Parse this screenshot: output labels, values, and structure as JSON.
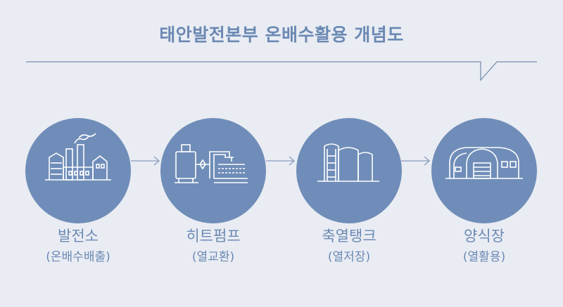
{
  "header": {
    "title": "태안발전본부 온배수활용 개념도"
  },
  "steps": [
    {
      "label": "발전소",
      "sub": "(온배수배출)",
      "icon": "power-plant-icon"
    },
    {
      "label": "히트펌프",
      "sub": "(열교환)",
      "icon": "heat-pump-icon"
    },
    {
      "label": "축열탱크",
      "sub": "(열저장)",
      "icon": "storage-tank-icon"
    },
    {
      "label": "양식장",
      "sub": "(열활용)",
      "icon": "fish-farm-icon"
    }
  ],
  "colors": {
    "accent": "#6f8db8",
    "text": "#6b89b3",
    "background": "#e9ecf3",
    "line": "#7a8fb0"
  }
}
